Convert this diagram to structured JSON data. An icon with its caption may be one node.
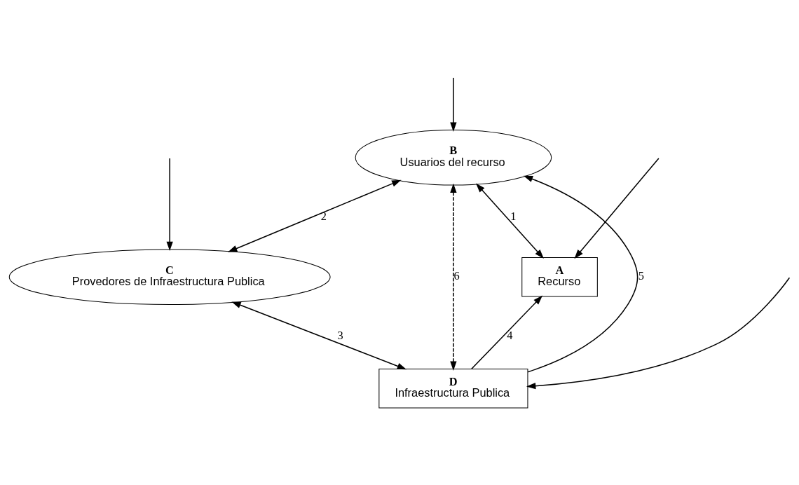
{
  "diagram": {
    "nodes": [
      {
        "text": [
          "A",
          "Recurso"
        ]
      },
      {
        "text": [
          "B",
          "Usuarios del recurso"
        ]
      },
      {
        "text": [
          "C",
          "Provedores de Infraestructura Publica"
        ]
      },
      {
        "text": [
          "D",
          "Infraestructura Publica"
        ]
      }
    ],
    "edges": [
      {
        "from": 1,
        "to": 0,
        "arrow": "both",
        "label": "1"
      },
      {
        "from": 1,
        "to": 2,
        "arrow": "both",
        "label": "2"
      },
      {
        "from": 2,
        "to": 3,
        "arrow": "both",
        "label": "3"
      },
      {
        "from": 3,
        "to": 0,
        "arrow": "to",
        "label": "4"
      },
      {
        "from": 3,
        "to": 1,
        "arrow": "to",
        "label": "5"
      },
      {
        "from": 1,
        "to": 3,
        "arrow": "both",
        "label": "6",
        "style": "dashed"
      },
      {
        "from": null,
        "to": 1,
        "arrow": "to"
      },
      {
        "from": null,
        "to": 0,
        "arrow": "to"
      },
      {
        "from": null,
        "to": 2,
        "arrow": "to"
      },
      {
        "from": null,
        "to": 3,
        "arrow": "to"
      }
    ]
  }
}
